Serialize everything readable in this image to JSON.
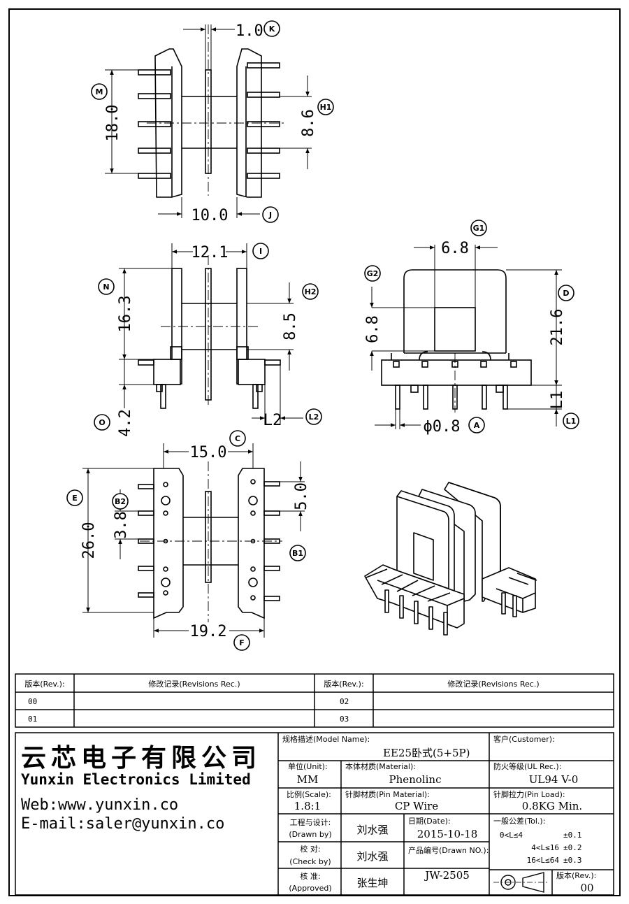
{
  "dims": {
    "top_pitch": "1.0",
    "top_height": "18.0",
    "top_h1": "8.6",
    "top_width": "10.0",
    "front_width": "12.1",
    "front_height": "16.3",
    "front_h2": "8.5",
    "front_o": "4.2",
    "front_l2": "L2",
    "side_g1": "6.8",
    "side_g2": "6.8",
    "side_height": "21.6",
    "side_l1": "L1",
    "side_pin": "ϕ0.8",
    "bottom_width": "15.0",
    "bottom_height": "26.0",
    "bottom_pitch": "3.8",
    "bottom_b1": "5.0",
    "bottom_f": "19.2"
  },
  "callouts": {
    "k": "K",
    "m": "M",
    "h1": "H1",
    "j": "J",
    "i": "I",
    "n": "N",
    "h2": "H2",
    "o": "O",
    "l2": "L2",
    "g1": "G1",
    "g2": "G2",
    "d": "D",
    "l1": "L1",
    "a": "A",
    "c": "C",
    "e": "E",
    "b2": "B2",
    "b1": "B1",
    "f": "F"
  },
  "revisions": {
    "col_rev": "版本(Rev.):",
    "col_rec": "修改记录(Revisions Rec.)",
    "rows_left": [
      "00",
      "01"
    ],
    "rows_right": [
      "02",
      "03"
    ]
  },
  "company": {
    "name_cn": "云芯电子有限公司",
    "name_en": "Yunxin Electronics Limited",
    "web": "Web:www.yunxin.co",
    "email": "E-mail:saler@yunxin.co"
  },
  "title_block": {
    "model_label": "规格描述(Model Name):",
    "model_value": "EE25卧式(5+5P)",
    "customer_label": "客户(Customer):",
    "customer_value": "",
    "unit_label": "单位(Unit):",
    "unit_value": "MM",
    "material_label": "本体材质(Material):",
    "material_value": "Phenolinc",
    "ul_label": "防火等级(UL Rec.):",
    "ul_value": "UL94 V-0",
    "scale_label": "比例(Scale):",
    "scale_value": "1.8:1",
    "pin_material_label": "针脚材质(Pin Material):",
    "pin_material_value": "CP Wire",
    "pin_load_label": "针脚拉力(Pin Load):",
    "pin_load_value": "0.8KG Min.",
    "drawn_label_1": "工程与设计:",
    "drawn_label_2": "(Drawn by)",
    "drawn_value": "刘水强",
    "date_label": "日期(Date):",
    "date_value": "2015-10-18",
    "tol_label": "一般公差(Tol.):",
    "tol_rows": [
      {
        "range": "0<L≤4",
        "tol": "±0.1"
      },
      {
        "range": "4<L≤16",
        "tol": "±0.2"
      },
      {
        "range": "16<L≤64",
        "tol": "±0.3"
      }
    ],
    "check_label_1": "校  对:",
    "check_label_2": "(Check by)",
    "check_value": "刘水强",
    "drawing_no_label": "产品编号(Drawn NO.):",
    "drawing_no_value": "JW-2505",
    "approve_label_1": "核  准:",
    "approve_label_2": "(Approved)",
    "approve_value": "张生坤",
    "rev_label": "版本(Rev.):",
    "rev_value": "00"
  }
}
